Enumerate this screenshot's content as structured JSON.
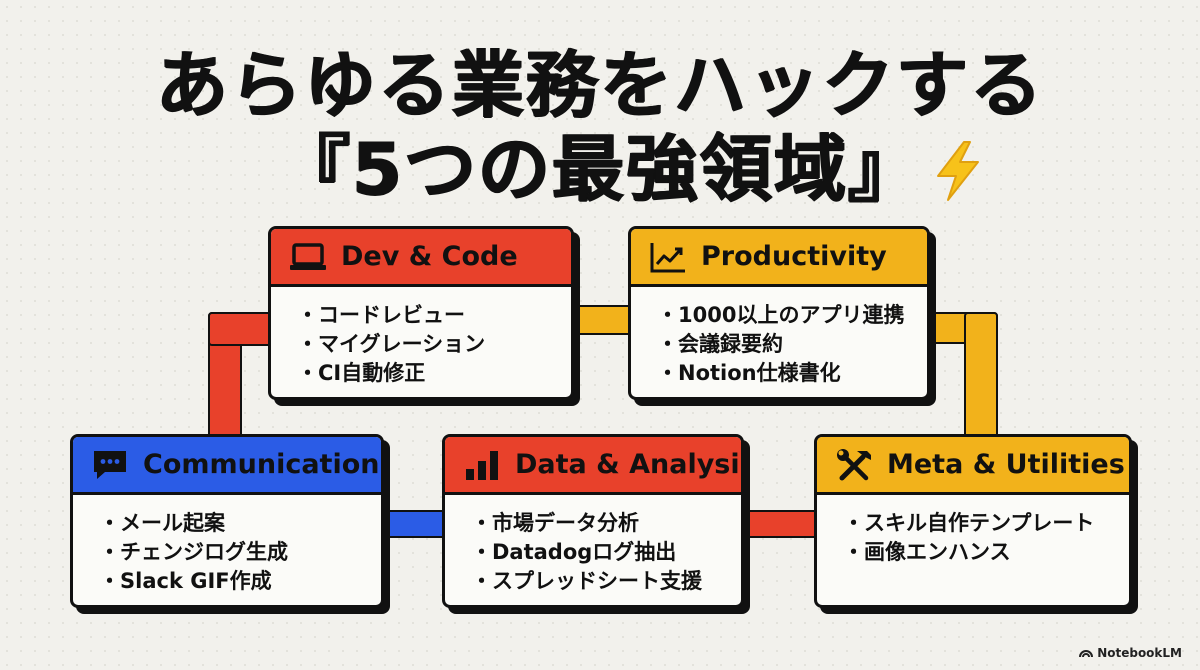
{
  "title": {
    "line1": "あらゆる業務をハックする",
    "line2": "『5つの最強領域』",
    "emoji_icon": "lightning-bolt"
  },
  "cards": {
    "dev": {
      "title": "Dev & Code",
      "icon": "laptop-icon",
      "color": "#e8412b",
      "items": [
        "コードレビュー",
        "マイグレーション",
        "CI自動修正"
      ]
    },
    "productivity": {
      "title": "Productivity",
      "icon": "line-chart-icon",
      "color": "#f2b21b",
      "items": [
        "1000以上のアプリ連携",
        "会議録要約",
        "Notion仕様書化"
      ]
    },
    "communication": {
      "title": "Communication",
      "icon": "chat-bubble-icon",
      "color": "#2b5ce6",
      "items": [
        "メール起案",
        "チェンジログ生成",
        "Slack GIF作成"
      ]
    },
    "data": {
      "title": "Data & Analysis",
      "icon": "bar-chart-icon",
      "color": "#e8412b",
      "items": [
        "市場データ分析",
        "Datadogログ抽出",
        "スプレッドシート支援"
      ]
    },
    "meta": {
      "title": "Meta & Utilities",
      "icon": "tools-icon",
      "color": "#f2b21b",
      "items": [
        "スキル自作テンプレート",
        "画像エンハンス"
      ]
    }
  },
  "footer": {
    "brand": "NotebookLM"
  }
}
